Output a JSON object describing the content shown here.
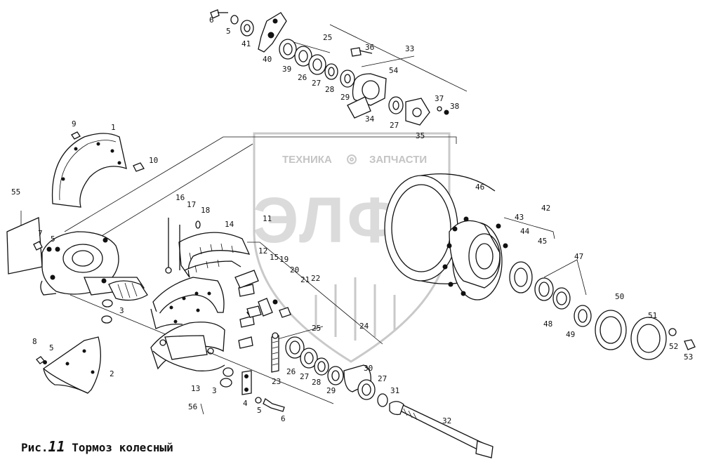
{
  "watermark": {
    "line1_left": "ТЕХНИКА",
    "line1_right": "ЗАПЧАСТИ",
    "logo_text": "ЭЛФ",
    "gear_icon": "gear-icon"
  },
  "caption": {
    "prefix": "Рис.",
    "number": "11",
    "title": "Тормоз колесный"
  },
  "callouts": [
    "1",
    "2",
    "3",
    "3",
    "4",
    "5",
    "5",
    "5",
    "5",
    "6",
    "6",
    "7",
    "8",
    "9",
    "10",
    "11",
    "12",
    "13",
    "14",
    "15",
    "16",
    "17",
    "18",
    "19",
    "20",
    "21",
    "22",
    "23",
    "24",
    "25",
    "25",
    "26",
    "26",
    "27",
    "27",
    "27",
    "27",
    "28",
    "28",
    "29",
    "29",
    "30",
    "31",
    "32",
    "33",
    "34",
    "35",
    "36",
    "37",
    "38",
    "39",
    "40",
    "41",
    "42",
    "43",
    "44",
    "45",
    "46",
    "47",
    "48",
    "49",
    "50",
    "51",
    "52",
    "53",
    "54",
    "55",
    "56"
  ]
}
